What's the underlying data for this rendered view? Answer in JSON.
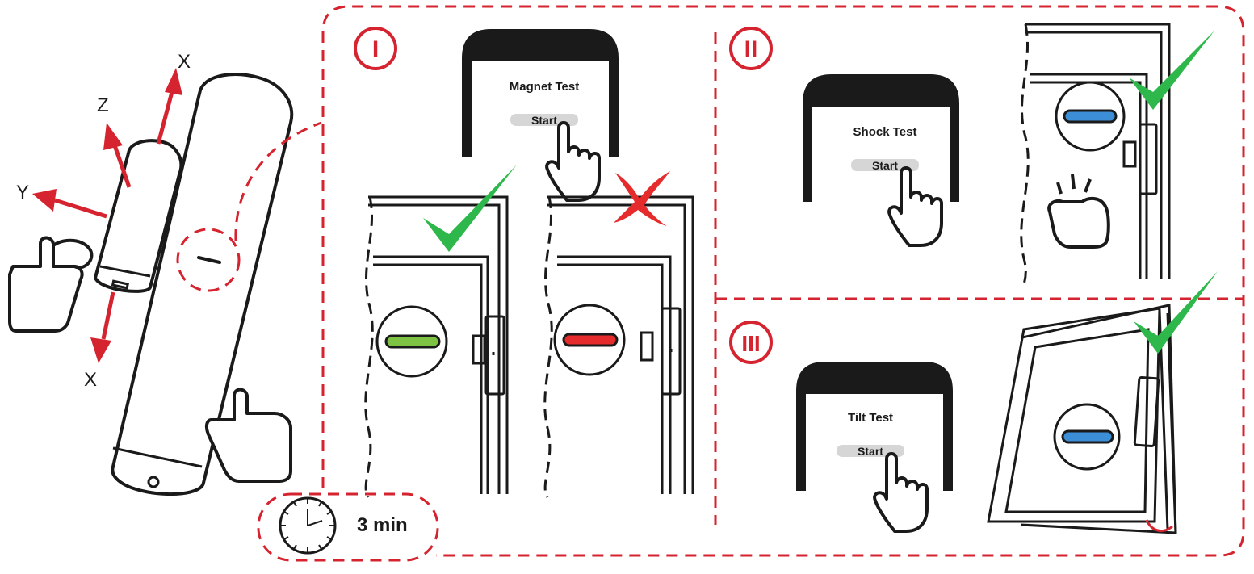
{
  "colors": {
    "accent_red": "#d5232f",
    "check_green": "#2eb84b",
    "led_green": "#7dc243",
    "led_red": "#e52b2b",
    "led_blue": "#3c8fd6",
    "ink": "#1a1a1a"
  },
  "axes": {
    "x_top": "X",
    "z": "Z",
    "y": "Y",
    "x_bottom": "X"
  },
  "timer": {
    "label": "3 min",
    "icon": "clock-icon"
  },
  "steps": [
    {
      "numeral": "I",
      "phone_title": "Magnet Test",
      "button_label": "Start",
      "result_ok": "check-icon",
      "result_fail": "cross-icon"
    },
    {
      "numeral": "II",
      "phone_title": "Shock Test",
      "button_label": "Start",
      "result_ok": "check-icon"
    },
    {
      "numeral": "III",
      "phone_title": "Tilt Test",
      "button_label": "Start",
      "result_ok": "check-icon"
    }
  ]
}
